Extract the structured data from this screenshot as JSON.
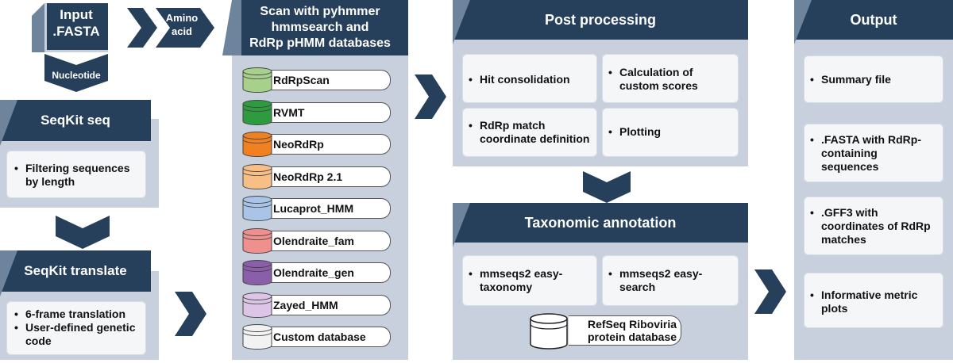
{
  "input": {
    "title_line1": "Input",
    "title_line2": ".FASTA"
  },
  "labels": {
    "amino_acid_line1": "Amino",
    "amino_acid_line2": "acid",
    "nucleotide": "Nucleotide"
  },
  "seqkit_seq": {
    "title": "SeqKit seq",
    "items": [
      "Filtering sequences by length"
    ]
  },
  "seqkit_translate": {
    "title": "SeqKit translate",
    "items": [
      "6-frame translation",
      "User-defined genetic code"
    ]
  },
  "scan": {
    "title_lines": [
      "Scan with pyhmmer",
      "hmmsearch and",
      "RdRp pHMM databases"
    ],
    "databases": [
      {
        "name": "RdRpScan",
        "color": "#a8d08d"
      },
      {
        "name": "RVMT",
        "color": "#2e9b3f"
      },
      {
        "name": "NeoRdRp",
        "color": "#f08020"
      },
      {
        "name": "NeoRdRp 2.1",
        "color": "#f7be85"
      },
      {
        "name": "Lucaprot_HMM",
        "color": "#a9c4e6"
      },
      {
        "name": "Olendraite_fam",
        "color": "#f0908e"
      },
      {
        "name": "Olendraite_gen",
        "color": "#8a5ea8"
      },
      {
        "name": "Zayed_HMM",
        "color": "#dcc5e6"
      },
      {
        "name": "Custom database",
        "color": "#f2f2f2"
      }
    ]
  },
  "post_processing": {
    "title": "Post processing",
    "cards": [
      "Hit consolidation",
      "Calculation of custom scores",
      "RdRp match coordinate definition",
      "Plotting"
    ]
  },
  "taxonomic_annotation": {
    "title": "Taxonomic annotation",
    "cards": [
      "mmseqs2 easy-taxonomy",
      "mmseqs2 easy-search"
    ],
    "database": "RefSeq Riboviria protein database"
  },
  "output": {
    "title": "Output",
    "cards": [
      "Summary file",
      ".FASTA with RdRp-containing sequences",
      ".GFF3 with coordinates of RdRp matches",
      "Informative metric plots"
    ]
  },
  "colors": {
    "header": "#263f5a",
    "panel": "#c7d0dc",
    "card": "#f5f6f8",
    "fold": "#6e849c"
  }
}
